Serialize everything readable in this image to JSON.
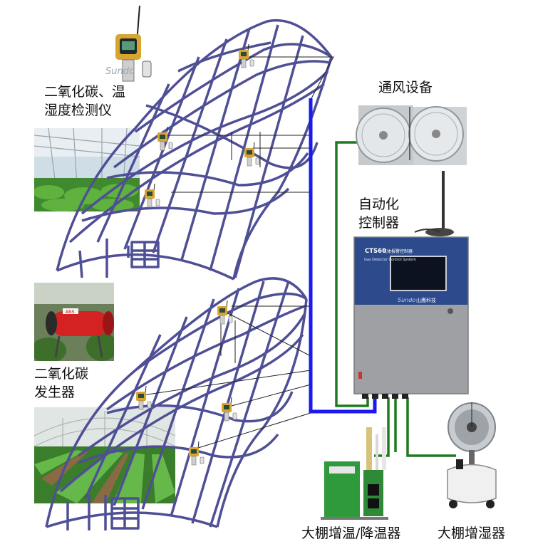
{
  "labels": {
    "sensor_top": [
      "二氧化碳、温",
      "湿度检测仪"
    ],
    "ventilation": "通风设备",
    "controller": [
      "自动化",
      "控制器"
    ],
    "co2_generator": [
      "二氧化碳",
      "发生器"
    ],
    "heater_cooler": "大棚增温/降温器",
    "humidifier": "大棚增湿器"
  },
  "controller_panel": {
    "model": "CTS60",
    "model_title": "气体报警控制器",
    "subtitle": "Gas Detector Control System",
    "brand": "山鹰科技"
  },
  "sensor_brand": "Sundo",
  "heater_badge": "ANS",
  "colors": {
    "frame": "#4f4f96",
    "bus": "#1a1aee",
    "green_wire": "#1e7a1e",
    "controller_top": "#2c4a8c",
    "controller_body": "#9fa0a3"
  }
}
